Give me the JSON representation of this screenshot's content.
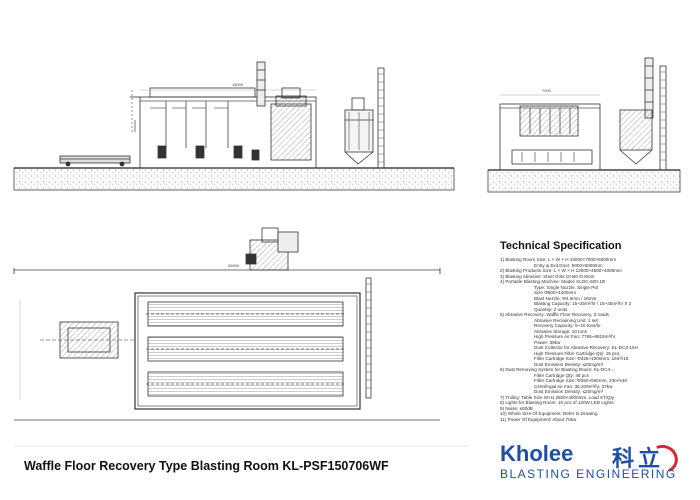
{
  "figure_title": "Waffle Floor Recovery Type Blasting Room KL-PSF150706WF",
  "spec": {
    "title": "Technical Specification",
    "lines": [
      {
        "text": "1) Blasting Room Size:       L × W × H 15000×7000×6000mm",
        "indent": false
      },
      {
        "text": "Entry & Exit Door: 5000×5000mm",
        "indent": true
      },
      {
        "text": "2) Blasting Products Size:    L × W × H 12000×4500×4000mm",
        "indent": false
      },
      {
        "text": "3) Blasting Abrasive: Steel Grits GH40 /0.8mm",
        "indent": false
      },
      {
        "text": "4) Portable Blasting Machine: Model: KLDC-600-1R",
        "indent": false
      },
      {
        "text": "Type: Single Nozzle, Single Pot",
        "indent": true
      },
      {
        "text": "Size Φ600×1400mm",
        "indent": true
      },
      {
        "text": "Blast Nozzle: Φ4.5mm / 10mm",
        "indent": true
      },
      {
        "text": "Blasting Capacity: 15~25m²/hr / 15~35m²/hr X 2",
        "indent": true
      },
      {
        "text": "Quantity: 2 units",
        "indent": true
      },
      {
        "text": "5) Abrasive Recovery: Waffle Floor Recovery, 3 roads",
        "indent": false
      },
      {
        "text": "Abrasive Reclaiming Unit: 1 set",
        "indent": true
      },
      {
        "text": "Recovery Capacity: 5~10 tons/hr",
        "indent": true
      },
      {
        "text": "Abrasive Storage: 10 tons",
        "indent": true
      },
      {
        "text": "High Pressure Air Fan: 7766~8819m³/hr",
        "indent": true
      },
      {
        "text": "Power: 30kw",
        "indent": true
      },
      {
        "text": "Dust Collector for Abrasive Recovery: KL-DC3-15H",
        "indent": true
      },
      {
        "text": "High Pressure Filter Cartridge Qty: 15 pcs,",
        "indent": true
      },
      {
        "text": "Filter Cartridge Size: Φ325×1000mm, 16m²/16",
        "indent": true
      },
      {
        "text": "Dust Emission Density: ≤20mg/m³",
        "indent": true
      },
      {
        "text": "6) Dust Removing System for Blasting Room: KL-DC4-...",
        "indent": false
      },
      {
        "text": "Filter Cartridge Qty: 48 pcs",
        "indent": true
      },
      {
        "text": "Filter Cartridge Size: Φ350×660mm, 23m²x48",
        "indent": true
      },
      {
        "text": "Centrifugal Air Fan: 36,200m³/hr, 37kw",
        "indent": true
      },
      {
        "text": "Dust Emission Density: ≤20mg/m³",
        "indent": true
      },
      {
        "text": "7) Trolley: Table Size W×H 2500×4000mm, Load 6T/Qty",
        "indent": false
      },
      {
        "text": "8) Lights for Blasting Room: 16 pcs of 120W LED Lights",
        "indent": false
      },
      {
        "text": "9) Noise: ≤80dB",
        "indent": false
      },
      {
        "text": "10) Whole Size Of Equipment: Refer to Drawing",
        "indent": false
      },
      {
        "text": "11) Power Of Equipment: About 70kw",
        "indent": false
      }
    ]
  },
  "logo": {
    "name": "Kholee",
    "name_cn": "科立",
    "tagline": "BLASTING ENGINEERING",
    "brand_color": "#1f4fa5",
    "accent_color": "#d8262e"
  }
}
